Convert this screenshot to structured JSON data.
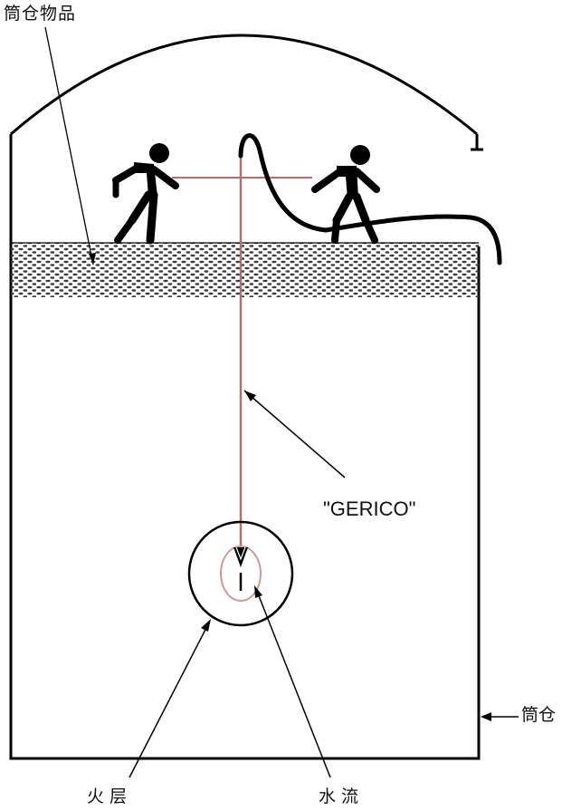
{
  "labels": {
    "silo_contents": "筒仓物品",
    "gerico": "\"GERICO\"",
    "silo": "筒仓",
    "fire_layer": "火层",
    "water_flow": "水流"
  },
  "icons": {
    "worker_left": "person-walking-icon",
    "worker_right": "person-walking-icon",
    "hose": "hose",
    "fire_zone": "circle"
  },
  "colors": {
    "outline": "#000000",
    "lance": "#b07070",
    "material": "#555555"
  }
}
